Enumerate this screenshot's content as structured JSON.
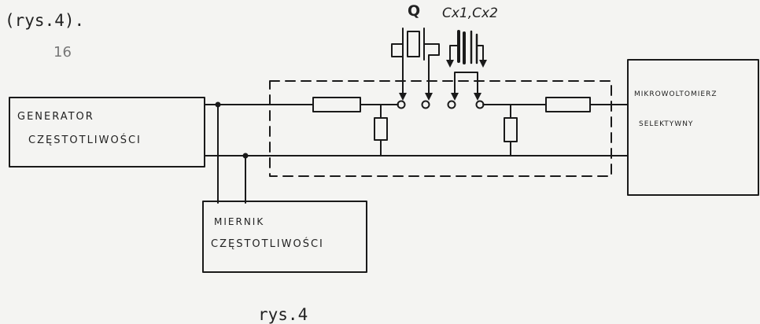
{
  "header_ref": "(rys.4).",
  "page_number": "16",
  "blocks": {
    "generator": [
      "GENERATOR",
      "CZĘSTOTLIWOŚCI"
    ],
    "meter": [
      "MIERNIK",
      "CZĘSTOTLIWOŚCI"
    ],
    "voltmeter": [
      "MIKROWOLTOMIERZ",
      "SELEKTYWNY"
    ]
  },
  "components": {
    "crystal": "Q",
    "capacitors": "Cx1,Cx2"
  },
  "caption": "rys.4"
}
